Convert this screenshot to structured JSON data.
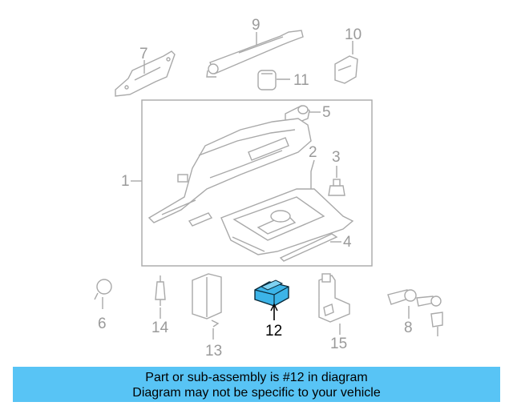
{
  "diagram": {
    "callouts": [
      "1",
      "2",
      "3",
      "4",
      "5",
      "6",
      "7",
      "8",
      "9",
      "10",
      "11",
      "12",
      "13",
      "14",
      "15"
    ],
    "highlight_color": "#3cb4e8"
  },
  "banner": {
    "line1": "Part or sub-assembly is #12 in diagram",
    "line2": "Diagram may not be specific to your vehicle",
    "background": "#58c4f5"
  }
}
